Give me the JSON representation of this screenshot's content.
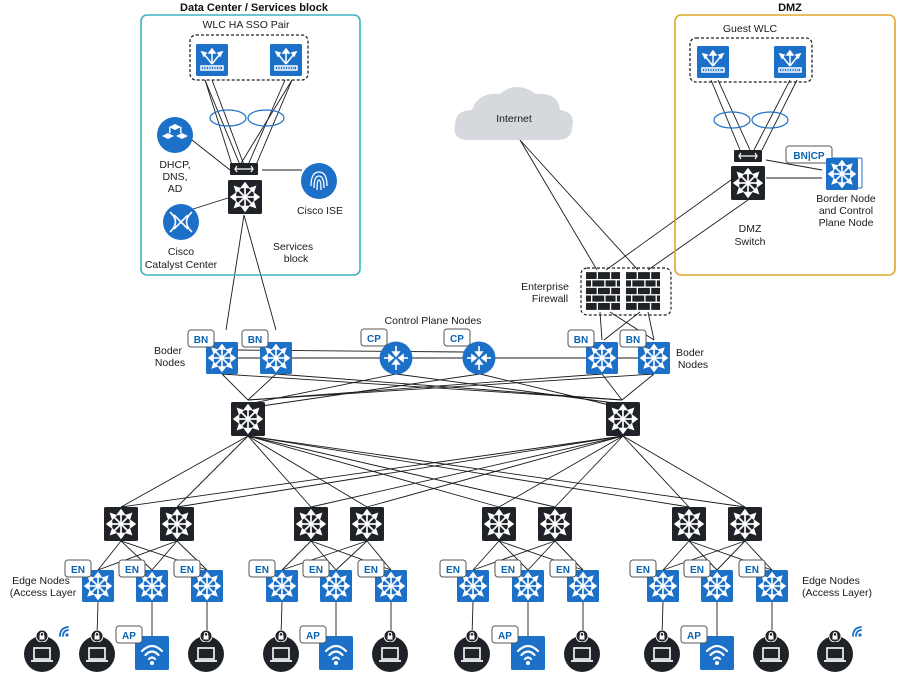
{
  "blocks": {
    "datacenter_title": "Data Center / Services block",
    "dmz_title": "DMZ",
    "wlc_ha_label": "WLC HA SSO Pair",
    "guest_wlc_label": "Guest WLC",
    "dhcp_label": [
      "DHCP,",
      "DNS,",
      "AD"
    ],
    "ise_label": "Cisco ISE",
    "catalyst_label": [
      "Cisco",
      "Catalyst Center"
    ],
    "services_label": [
      "Services",
      "block"
    ],
    "dmz_switch_label": [
      "DMZ",
      "Switch"
    ],
    "border_control_label": [
      "Border Node",
      "and Control",
      "Plane Node"
    ],
    "bn_cp_tag": "BN|CP"
  },
  "internet_label": "Internet",
  "firewall_label": [
    "Enterprise",
    "Firewall"
  ],
  "control_plane_label": "Control Plane Nodes",
  "border_left_label": [
    "Boder",
    "Nodes"
  ],
  "border_right_label": [
    "Boder",
    "Nodes"
  ],
  "edge_left_label": [
    "Edge Nodes",
    "(Access Layer"
  ],
  "edge_right_label": [
    "Edge Nodes",
    "(Access Layer)"
  ],
  "tags": {
    "bn": "BN",
    "cp": "CP",
    "en": "EN",
    "ap": "AP"
  },
  "colors": {
    "cisco_blue": "#1c70c8",
    "device_dark": "#1f2327",
    "datacenter_border": "#3bb3c3",
    "dmz_border": "#e0a72a",
    "cloud": "#d5d8dc"
  }
}
